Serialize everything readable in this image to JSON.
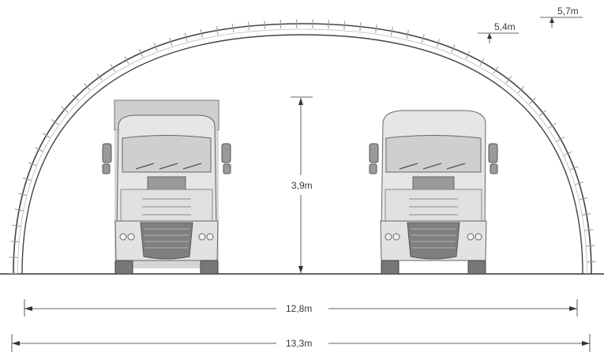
{
  "dimensions": {
    "clearance_height_1": "5,4m",
    "clearance_height_2": "5,7m",
    "vehicle_height": "3,9m",
    "inner_width": "12,8m",
    "outer_width": "13,3m"
  },
  "colors": {
    "background": "#ffffff",
    "line": "#333333",
    "truck_body": "#e4e4e4",
    "truck_dark": "#8a8a8a",
    "cargo_box": "#cfcfcf"
  }
}
